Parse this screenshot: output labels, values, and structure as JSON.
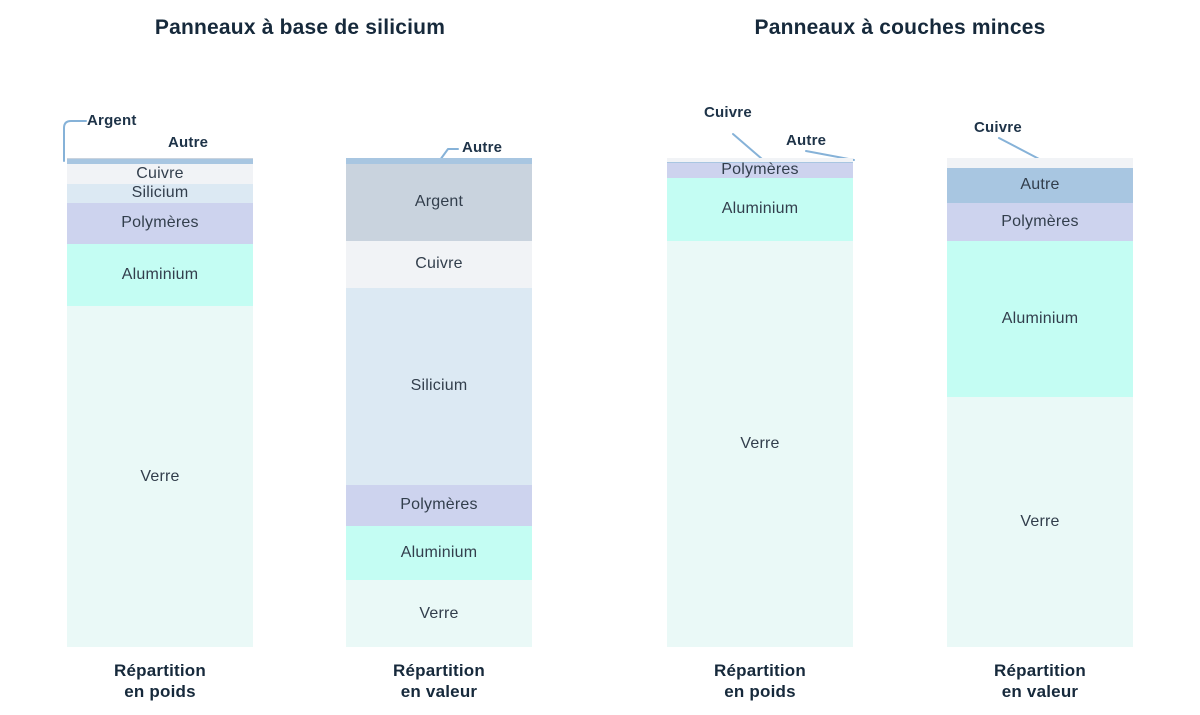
{
  "page": {
    "background": "#ffffff"
  },
  "groups": [
    {
      "title": "Panneaux à base de silicium"
    },
    {
      "title": "Panneaux à couches minces"
    }
  ],
  "colors": {
    "Verre": "#eaf9f7",
    "Aluminium": "#c4fdf3",
    "Polymères": "#cdd3ee",
    "Silicium": "#dce9f3",
    "Cuivre": "#f1f3f6",
    "Argent": "#c9d3de",
    "Autre": "#a8c6e1",
    "title_navy": "#16293b",
    "segment_label": "#323e4c",
    "leader_line": "#86b2d8"
  },
  "chart_data": [
    {
      "type": "bar",
      "group": "Panneaux à base de silicium",
      "caption_line1": "Répartition",
      "caption_line2": "en poids",
      "unit": "%",
      "ylim": [
        0,
        100
      ],
      "stack_top_to_bottom": [
        {
          "material": "Argent",
          "pct": 0.2,
          "show_label": false,
          "annotation": "callout"
        },
        {
          "material": "Autre",
          "pct": 1.0,
          "show_label": false,
          "annotation": "callout"
        },
        {
          "material": "Cuivre",
          "pct": 4.1,
          "show_label": true
        },
        {
          "material": "Silicium",
          "pct": 3.9,
          "show_label": true
        },
        {
          "material": "Polymères",
          "pct": 8.4,
          "show_label": true
        },
        {
          "material": "Aluminium",
          "pct": 12.7,
          "show_label": true
        },
        {
          "material": "Verre",
          "pct": 69.7,
          "show_label": true
        }
      ]
    },
    {
      "type": "bar",
      "group": "Panneaux à base de silicium",
      "caption_line1": "Répartition",
      "caption_line2": "en valeur",
      "unit": "%",
      "ylim": [
        0,
        100
      ],
      "stack_top_to_bottom": [
        {
          "material": "Autre",
          "pct": 1.2,
          "show_label": false,
          "annotation": "callout"
        },
        {
          "material": "Argent",
          "pct": 15.7,
          "show_label": true
        },
        {
          "material": "Cuivre",
          "pct": 9.6,
          "show_label": true
        },
        {
          "material": "Silicium",
          "pct": 40.3,
          "show_label": true
        },
        {
          "material": "Polymères",
          "pct": 8.4,
          "show_label": true
        },
        {
          "material": "Aluminium",
          "pct": 11.2,
          "show_label": true
        },
        {
          "material": "Verre",
          "pct": 13.6,
          "show_label": true
        }
      ]
    },
    {
      "type": "bar",
      "group": "Panneaux à couches minces",
      "caption_line1": "Répartition",
      "caption_line2": "en poids",
      "unit": "%",
      "ylim": [
        0,
        100
      ],
      "stack_top_to_bottom": [
        {
          "material": "Cuivre",
          "pct": 0.8,
          "show_label": false,
          "annotation": "callout"
        },
        {
          "material": "Autre",
          "pct": 0.2,
          "show_label": false,
          "annotation": "callout"
        },
        {
          "material": "Polymères",
          "pct": 3.0,
          "show_label": true
        },
        {
          "material": "Aluminium",
          "pct": 13.0,
          "show_label": true
        },
        {
          "material": "Verre",
          "pct": 83.0,
          "show_label": true
        }
      ]
    },
    {
      "type": "bar",
      "group": "Panneaux à couches minces",
      "caption_line1": "Répartition",
      "caption_line2": "en valeur",
      "unit": "%",
      "ylim": [
        0,
        100
      ],
      "stack_top_to_bottom": [
        {
          "material": "Cuivre",
          "pct": 2.0,
          "show_label": false,
          "annotation": "callout"
        },
        {
          "material": "Autre",
          "pct": 7.2,
          "show_label": true
        },
        {
          "material": "Polymères",
          "pct": 7.8,
          "show_label": true
        },
        {
          "material": "Aluminium",
          "pct": 31.9,
          "show_label": true
        },
        {
          "material": "Verre",
          "pct": 51.1,
          "show_label": true
        }
      ]
    }
  ],
  "annotations": {
    "si_poids_argent": "Argent",
    "si_poids_autre": "Autre",
    "si_valeur_autre": "Autre",
    "cm_poids_cuivre": "Cuivre",
    "cm_poids_autre": "Autre",
    "cm_valeur_cuivre": "Cuivre"
  }
}
